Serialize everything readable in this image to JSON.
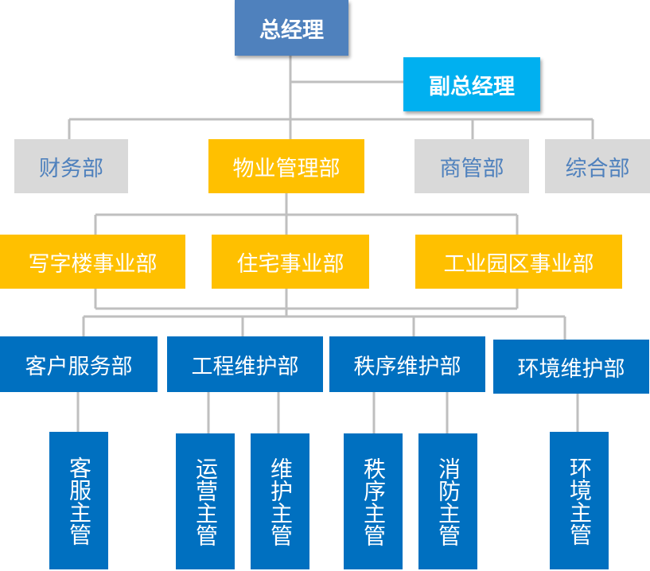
{
  "org_chart": {
    "general_manager": "总经理",
    "deputy_general_manager": "副总经理",
    "departments": {
      "finance": "财务部",
      "property_management": "物业管理部",
      "commercial_management": "商管部",
      "general_affairs": "综合部"
    },
    "business_units": {
      "office_building": "写字楼事业部",
      "residential": "住宅事业部",
      "industrial_park": "工业园区事业部"
    },
    "service_departments": {
      "customer_service": "客户服务部",
      "engineering_maintenance": "工程维护部",
      "order_maintenance": "秩序维护部",
      "environment_maintenance": "环境维护部"
    },
    "supervisors": {
      "customer_service": "客服主管",
      "operations": "运营主管",
      "maintenance": "维护主管",
      "order": "秩序主管",
      "fire_protection": "消防主管",
      "environment": "环境主管"
    }
  },
  "colors": {
    "general_manager": "#4f81bd",
    "deputy_general_manager": "#00b0f0",
    "support_departments": "#d9d9d9",
    "property_units": "#ffc000",
    "service_units": "#0070c0",
    "connector": "#bfbfbf"
  }
}
